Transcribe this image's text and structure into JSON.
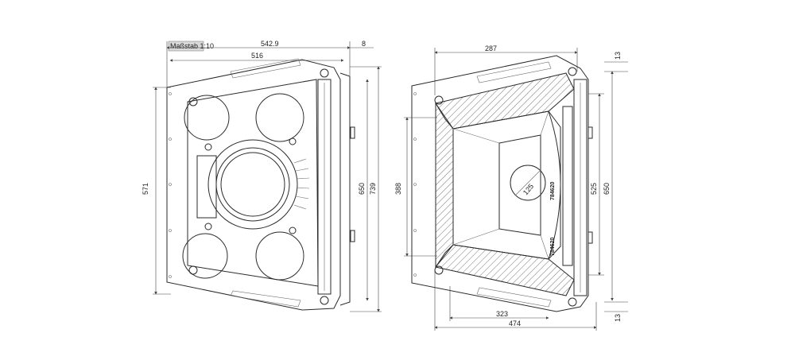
{
  "drawing": {
    "scale_label": "Maßstab 1:10",
    "left_view": {
      "dim_top_outer": "542.9",
      "dim_top_inner": "516",
      "dim_top_right": "8",
      "dim_left_height": "571",
      "dim_right_inner": "650",
      "dim_right_outer": "739"
    },
    "right_view": {
      "dim_top_width": "287",
      "dim_top_right": "13",
      "dim_left_height": "388",
      "dim_right_inner": "525",
      "dim_right_outer": "650",
      "dim_bottom_inner": "323",
      "dim_bottom_outer": "474",
      "dim_bottom_right": "13",
      "dim_circle": "125",
      "part_number_1": "784620",
      "part_number_2": "784620"
    }
  }
}
